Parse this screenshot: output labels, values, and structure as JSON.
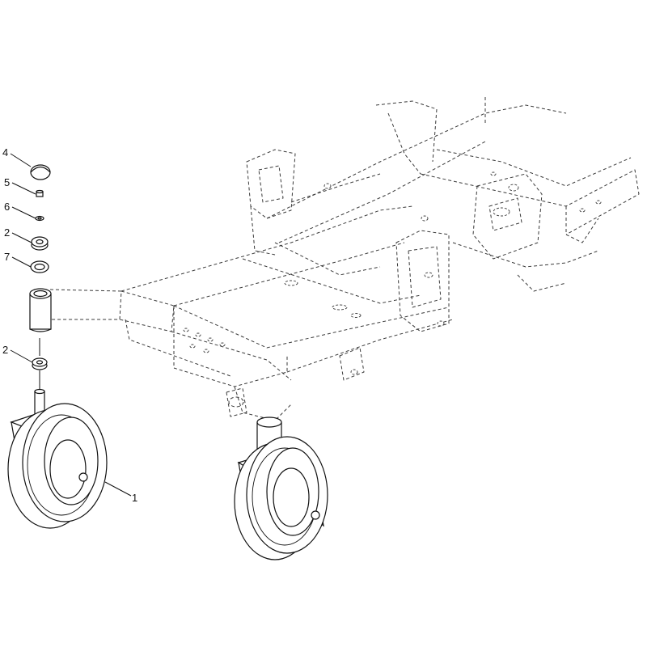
{
  "callouts": [
    {
      "label": "4"
    },
    {
      "label": "5"
    },
    {
      "label": "6"
    },
    {
      "label": "2"
    },
    {
      "label": "7"
    },
    {
      "label": "2"
    },
    {
      "label": "1"
    }
  ]
}
